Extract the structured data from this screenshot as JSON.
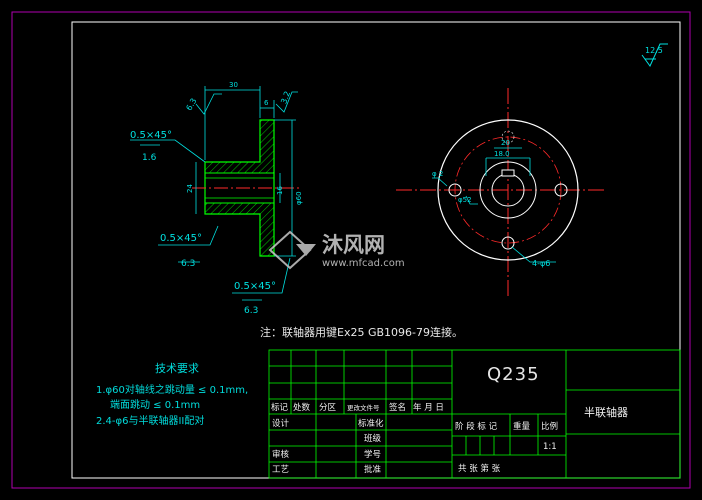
{
  "colors": {
    "background": "#000000",
    "frame_outer": "#b000b0",
    "frame": "#ffffff",
    "outline": "#00ff00",
    "hatch": "#00c800",
    "dimension": "#00e0e0",
    "centerline": "#ff2a2a",
    "title_text": "#f0f0f0",
    "tech_text": "#00dcdc",
    "note_text": "#e8e8e8"
  },
  "roughness": {
    "overall": "12.5",
    "left_face": "6.3",
    "right_face": "3.2",
    "chamfer_left": "1.6",
    "chamfer_mid": "6.3",
    "chamfer_bottom": "6.3"
  },
  "dimensions": {
    "length_30": "30",
    "flange_6": "6",
    "dia_24": "24",
    "dia_16": "16",
    "dia_60": "φ60",
    "chamfer_a": "0.5×45°",
    "chamfer_b": "0.5×45°",
    "chamfer_c": "0.5×45°",
    "hub_20": "20",
    "key_width": "18.0",
    "hole_dia": "4-φ6",
    "side_left": "φ 2",
    "side_low": "φ52"
  },
  "watermark": {
    "brand": "沐风网",
    "url": "www.mfcad.com"
  },
  "note": "注：联轴器用键Ex25  GB1096-79连接。",
  "tech_req": {
    "title": "技术要求",
    "line1": "1.φ60对轴线之跳动量  ≤  0.1mm,",
    "line2": "端面跳动  ≤  0.1mm",
    "line3": "2.4-φ6与半联轴器II配对"
  },
  "title_block": {
    "material": "Q235",
    "part_name": "半联轴器",
    "rev_headers": [
      "标记",
      "处数",
      "分区",
      "更改文件号",
      "签名",
      "年 月 日"
    ],
    "design": "设计",
    "standardize": "标准化",
    "class_label": "班级",
    "review": "审核",
    "student_no": "学号",
    "process": "工艺",
    "approve": "批准",
    "stage_mark": "阶 段 标 记",
    "weight": "重量",
    "scale": "比例",
    "scale_value": "1:1",
    "sheets": "共      张   第      张"
  }
}
